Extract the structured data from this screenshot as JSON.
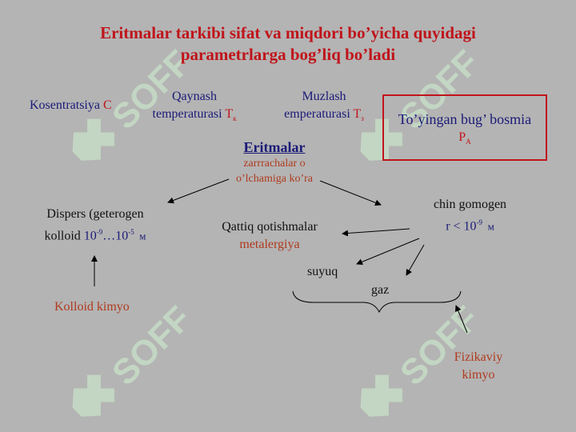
{
  "title": {
    "line1": "Eritmalar tarkibi sifat va miqdori bo’yicha quyidagi",
    "line2": "parametrlarga bog’liq  bo’ladi"
  },
  "params": {
    "kosentratsiya": {
      "label": "Kosentratsiya ",
      "symbol": "C"
    },
    "qaynash": {
      "line1": "Qaynash",
      "line2": "temperaturasi ",
      "symbol": "T",
      "sub": "к"
    },
    "muzlash": {
      "line1": "Muzlash",
      "line2": "emperaturasi ",
      "symbol": "T",
      "sub": "з"
    },
    "bug_bosim": {
      "line1": "To’yingan bug’ bosmia",
      "symbol": "P",
      "sub": "A"
    }
  },
  "center": {
    "heading": "Eritmalar",
    "sub1": "zarrrachalar o",
    "sub2": "o’lchamiga ko’ra"
  },
  "dispers": {
    "line1": "Dispers (geterogen",
    "line2_prefix": "kolloid ",
    "range_a": "10",
    "exp_a": "-9",
    "range_mid": "…10",
    "exp_b": "-5",
    "unit": "м"
  },
  "chin": {
    "line1": "chin gomogen",
    "prefix": "r < 10",
    "exp": "-9",
    "unit": "м"
  },
  "qattiq": {
    "line1": "Qattiq qotishmalar",
    "line2": "metalergiya"
  },
  "suyuq": "suyuq",
  "gaz": "gaz",
  "kolloid_kimyo": "Kolloid kimyo",
  "fizikaviy": {
    "line1": "Fizikaviy",
    "line2": "kimyo"
  },
  "watermark": "SOFF",
  "colors": {
    "background": "#b4b4b4",
    "title": "#c0141a",
    "navy": "#1a1a78",
    "brown": "#b03a1e",
    "watermark": "#c6dcc6"
  }
}
